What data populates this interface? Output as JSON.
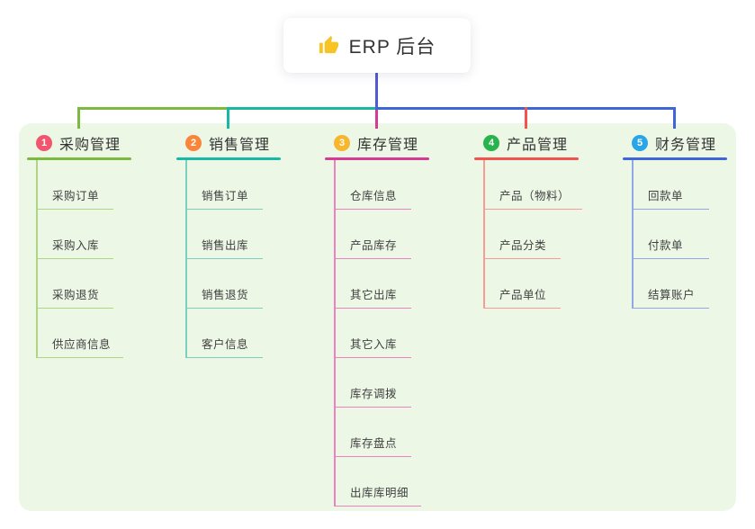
{
  "root": {
    "icon": "thumbs-up-icon",
    "title": "ERP 后台"
  },
  "colors": {
    "trunk": "#515bd4",
    "canvas_bg": "#ecf7e6",
    "card_bg": "#ffffff",
    "icon_yellow": "#f7c325"
  },
  "branches": [
    {
      "num": "1",
      "label": "采购管理",
      "colors": {
        "badge": "#f2566e",
        "line": "#7cb93f",
        "sub": "#aed581"
      },
      "children": [
        "采购订单",
        "采购入库",
        "采购退货",
        "供应商信息"
      ]
    },
    {
      "num": "2",
      "label": "销售管理",
      "colors": {
        "badge": "#f9853b",
        "line": "#17b8a6",
        "sub": "#79d0c2"
      },
      "children": [
        "销售订单",
        "销售出库",
        "销售退货",
        "客户信息"
      ]
    },
    {
      "num": "3",
      "label": "库存管理",
      "colors": {
        "badge": "#f8b62c",
        "line": "#d63a93",
        "sub": "#ee82c0"
      },
      "children": [
        "仓库信息",
        "产品库存",
        "其它出库",
        "其它入库",
        "库存调拨",
        "库存盘点",
        "出库库明细"
      ]
    },
    {
      "num": "4",
      "label": "产品管理",
      "colors": {
        "badge": "#29b34c",
        "line": "#f25350",
        "sub": "#f79b94"
      },
      "children": [
        "产品（物料）",
        "产品分类",
        "产品单位"
      ]
    },
    {
      "num": "5",
      "label": "财务管理",
      "colors": {
        "badge": "#2aa5e5",
        "line": "#3f66d9",
        "sub": "#93a7e8"
      },
      "children": [
        "回款单",
        "付款单",
        "结算账户"
      ]
    }
  ]
}
